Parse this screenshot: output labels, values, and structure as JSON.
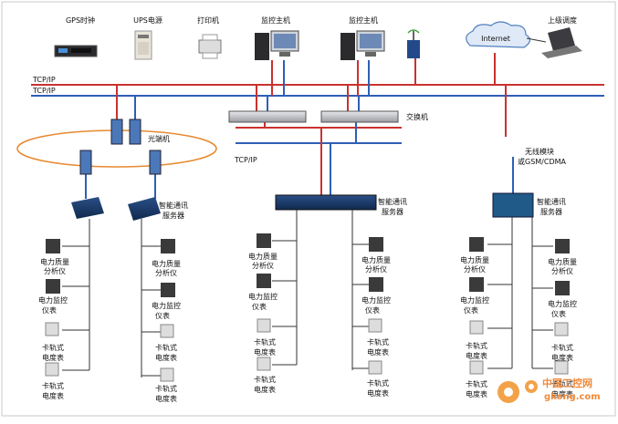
{
  "top_devices": {
    "gps": "GPS时钟",
    "ups": "UPS电源",
    "printer": "打印机",
    "monitor_host_1": "监控主机",
    "monitor_host_2": "监控主机",
    "dispatch": "上级调度",
    "internet": "Internet"
  },
  "network": {
    "tcpip_1": "TCP/IP",
    "tcpip_2": "TCP/IP",
    "tcpip_3": "TCP/IP",
    "optical": "光端机",
    "switch": "交换机",
    "wireless_line1": "无线模块",
    "wireless_line2": "或GSM/CDMA"
  },
  "servers": {
    "line1": "智能通讯",
    "line2": "服务器"
  },
  "meters": {
    "pq_line1": "电力质量",
    "pq_line2": "分析仪",
    "pm_line1": "电力监控",
    "pm_line2": "仪表",
    "rail_line1": "卡轨式",
    "rail_line2": "电度表"
  },
  "watermark": {
    "cn": "中国工控网",
    "url": "gkong.com"
  },
  "colors": {
    "red_bus": "#c8322f",
    "blue_bus": "#2f5fb4",
    "ring": "#e8892f",
    "wire": "#333333"
  }
}
